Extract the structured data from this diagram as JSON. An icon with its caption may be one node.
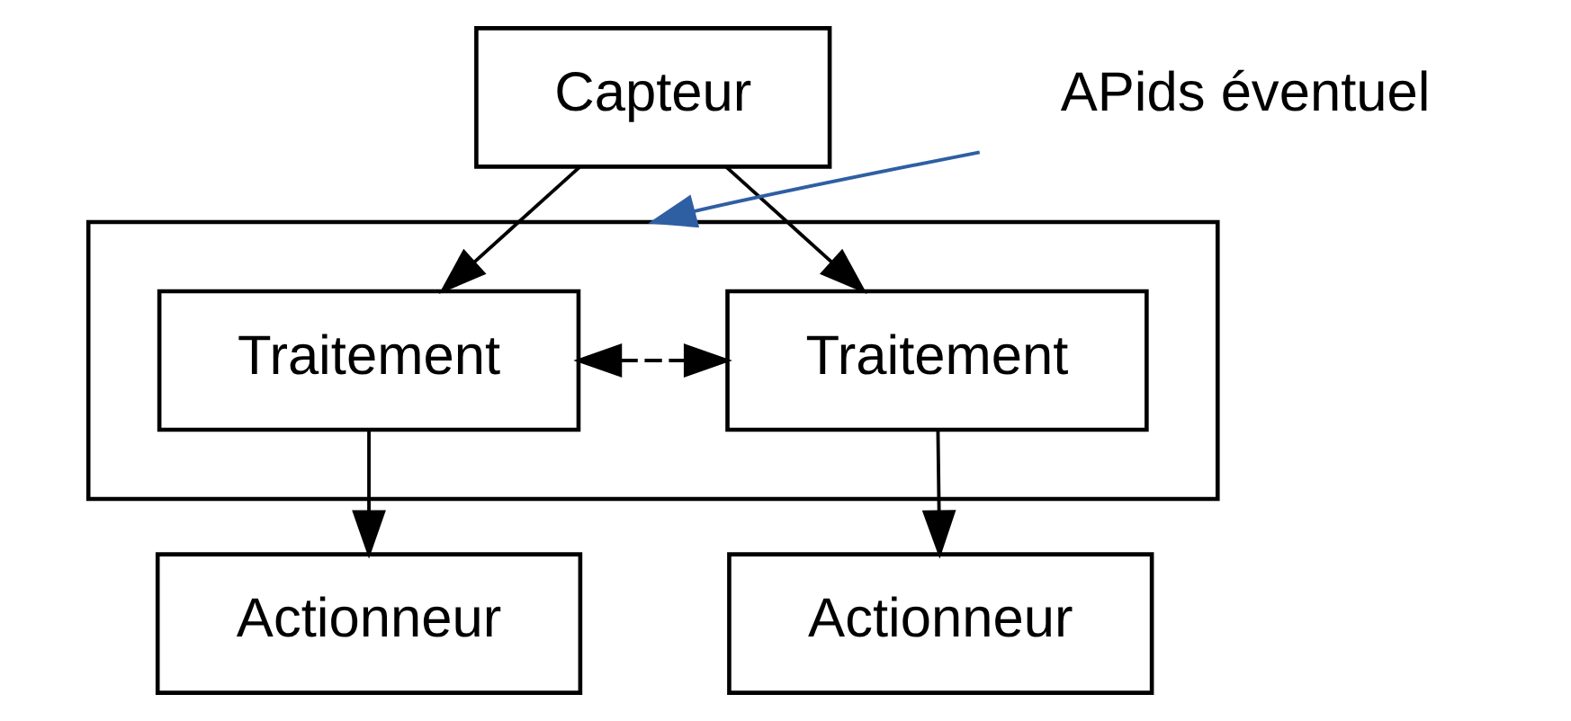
{
  "diagram": {
    "nodes": [
      {
        "text": [
          "Capteur"
        ]
      },
      {
        "text": [],
        "shape": "box"
      },
      {
        "text": [
          "Traitement"
        ],
        "in": 1
      },
      {
        "text": [
          "Traitement"
        ],
        "in": 1
      },
      {
        "text": [
          "APids éventuel"
        ]
      },
      {
        "text": [
          "Actionneur"
        ]
      },
      {
        "text": [
          "Actionneur"
        ]
      }
    ],
    "edges": [
      {
        "from": 0,
        "to": 2,
        "arrow": "to"
      },
      {
        "from": 0,
        "to": 3,
        "arrow": "to"
      },
      {
        "from": 2,
        "to": 3,
        "arrow": "both",
        "style": "dashed"
      },
      {
        "from": 4,
        "to": 1,
        "arrow": "to",
        "color": "#2e5fa3"
      },
      {
        "from": 2,
        "to": 5,
        "arrow": "to"
      },
      {
        "from": 3,
        "to": 6,
        "arrow": "to"
      }
    ]
  }
}
